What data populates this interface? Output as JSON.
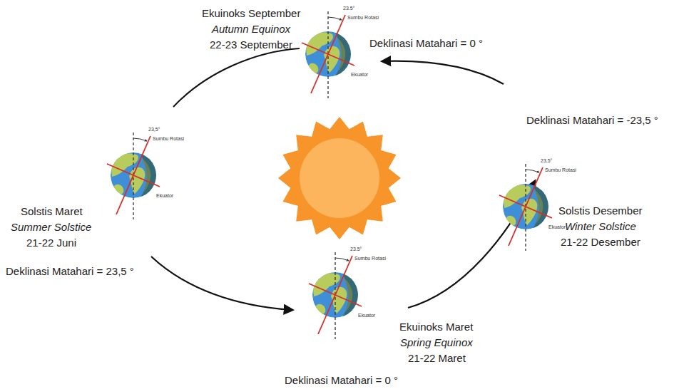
{
  "diagram": {
    "labels": [
      "Ekuinoks September",
      "Autumn Equinox",
      "22-23 September",
      "Deklinasi Matahari = 0 °",
      "Deklinasi Matahari = -23,5 °",
      "Solstis Maret",
      "Summer Solstice",
      "21-22 Juni",
      "Deklinasi Matahari = 23,5 °",
      "Solstis Desember",
      "Winter Solstice",
      "21-22 Desember",
      "Ekuinoks Maret",
      "Spring Equinox",
      "21-22 Maret",
      "Deklinasi Matahari = 0 °",
      "23.5°",
      "Sumbu Rotasi",
      "Ekuator",
      "23,5°",
      "Sumbu Rotasi",
      "Ekuator",
      "23,5°",
      "Sumbu Rotasi",
      "Ekuator",
      "23.5°",
      "Sumbu Rotasi",
      "Ekuator"
    ]
  }
}
